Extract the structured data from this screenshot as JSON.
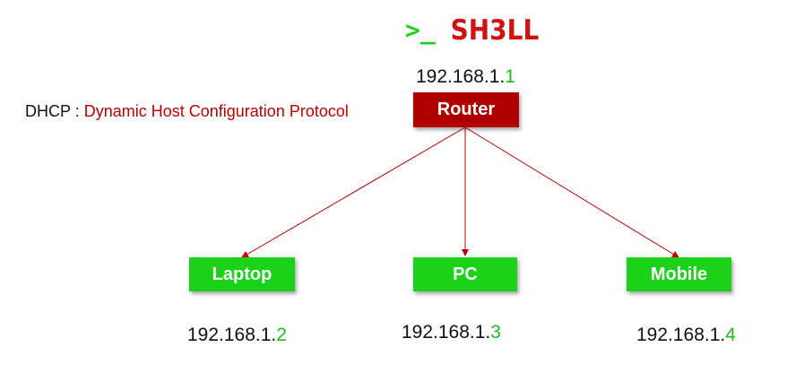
{
  "logo": {
    "prompt": ">_",
    "brand": "SH3LL",
    "colors": {
      "prompt": "#1ecf1e",
      "brand": "#d21212"
    }
  },
  "dhcp": {
    "abbr": "DHCP",
    "separator": ":",
    "full": "Dynamic Host Configuration Protocol"
  },
  "router": {
    "label": "Router",
    "ip_prefix": "192.168.1.",
    "ip_last": "1",
    "color": "#b00000"
  },
  "devices": [
    {
      "label": "Laptop",
      "ip_prefix": "192.168.1.",
      "ip_last": "2"
    },
    {
      "label": "PC",
      "ip_prefix": "192.168.1.",
      "ip_last": "3"
    },
    {
      "label": "Mobile",
      "ip_prefix": "192.168.1.",
      "ip_last": "4"
    }
  ],
  "colors": {
    "device": "#19d219",
    "link": "#c00000",
    "ip_highlight": "#22bb22"
  }
}
